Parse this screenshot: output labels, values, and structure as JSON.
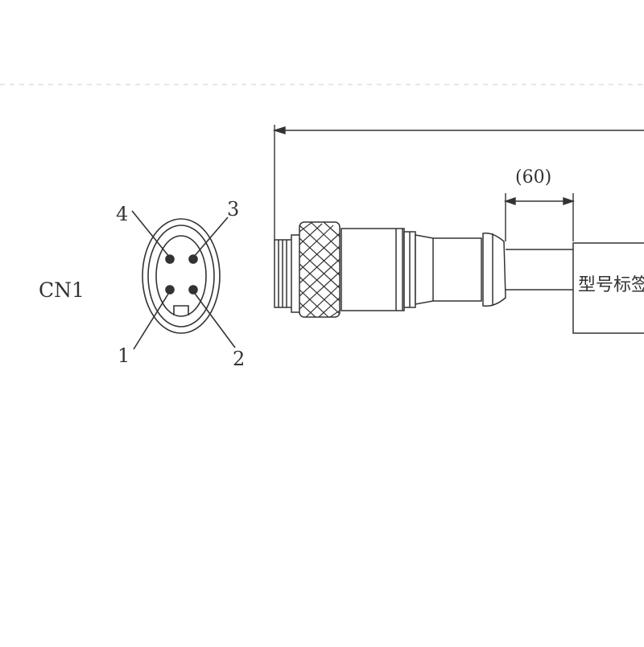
{
  "connector": {
    "name": "CN1",
    "pins": [
      "1",
      "2",
      "3",
      "4"
    ]
  },
  "dimension": {
    "segment": "(60)"
  },
  "label_box": {
    "text": "型号标签"
  },
  "colors": {
    "line": "#333333",
    "dash": "#cccccc",
    "background": "#ffffff"
  }
}
